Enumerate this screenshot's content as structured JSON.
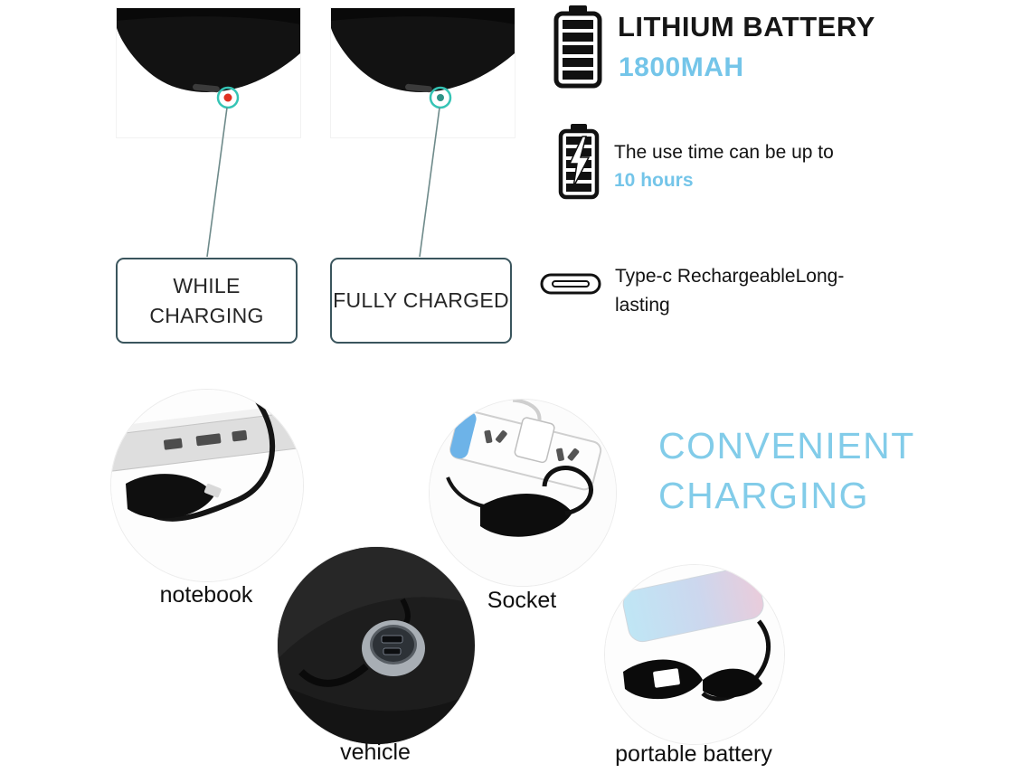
{
  "colors": {
    "accent_blue": "#74c5e9",
    "accent_teal": "#35c4b5",
    "led_red": "#e03020",
    "box_border": "#3a555d"
  },
  "icons": {
    "battery": "battery-icon",
    "battery_charging": "battery-charging-icon",
    "typec_port": "typec-port-icon"
  },
  "status_section": {
    "panels": [
      {
        "label": "WHILE CHARGING",
        "led_color": "red"
      },
      {
        "label": "FULLY CHARGED",
        "led_color": "teal"
      }
    ]
  },
  "battery_section": {
    "title": "LITHIUM BATTERY",
    "capacity": "1800MAH",
    "use_time_prefix": "The use time can be up to",
    "use_time_value": "10 hours",
    "typec_line1": "Type-c RechargeableLong-",
    "typec_line2": "lasting"
  },
  "charging_section": {
    "heading_line1": "CONVENIENT",
    "heading_line2": "CHARGING",
    "items": [
      {
        "label": "notebook"
      },
      {
        "label": "Socket"
      },
      {
        "label": "vehicle"
      },
      {
        "label": "portable battery"
      }
    ]
  }
}
